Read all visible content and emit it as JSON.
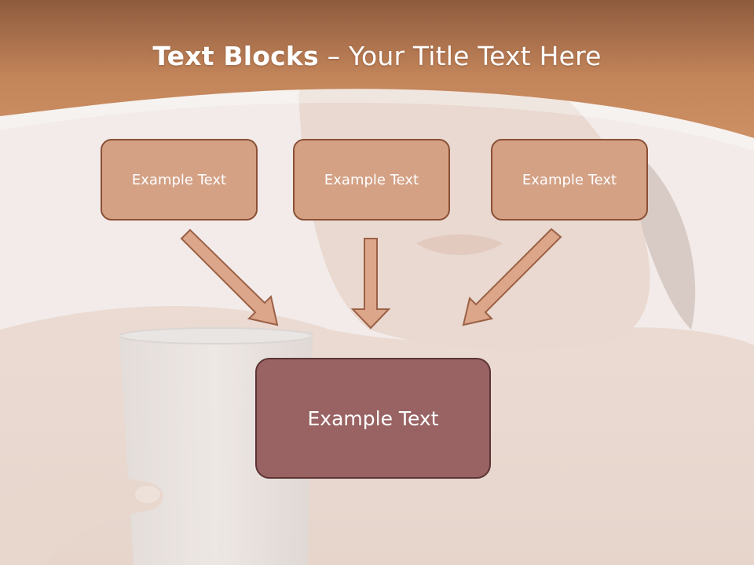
{
  "title": {
    "bold": "Text Blocks",
    "separator": " – ",
    "rest": "Your Title Text Here"
  },
  "blocks": {
    "left": "Example Text",
    "center": "Example Text",
    "right": "Example Text",
    "target": "Example Text"
  },
  "colors": {
    "header": "#c88a62",
    "box_fill": "#d4a185",
    "box_border": "#8a5035",
    "target_fill": "#996363",
    "target_border": "#5c3434",
    "arrow_fill": "#dba68a",
    "arrow_stroke": "#9b6046"
  }
}
